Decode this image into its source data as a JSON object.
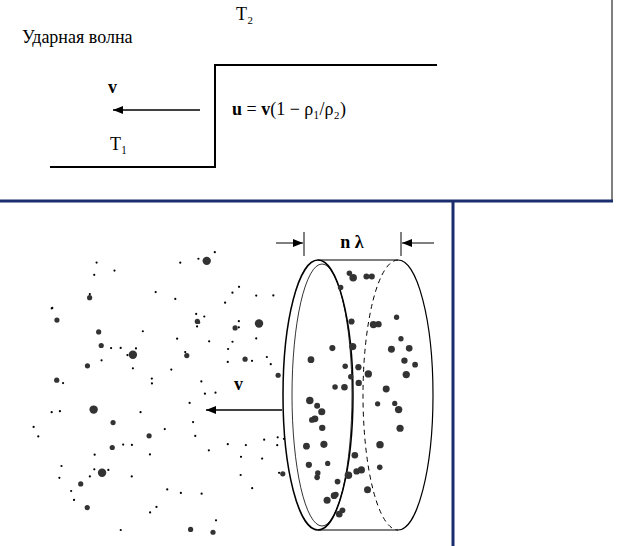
{
  "diagram": {
    "labels": [
      "Ударная волна",
      "T₂",
      "v",
      "T₁",
      "u = v(1 − ρ₁/ρ₂)",
      "n λ",
      "v"
    ]
  }
}
